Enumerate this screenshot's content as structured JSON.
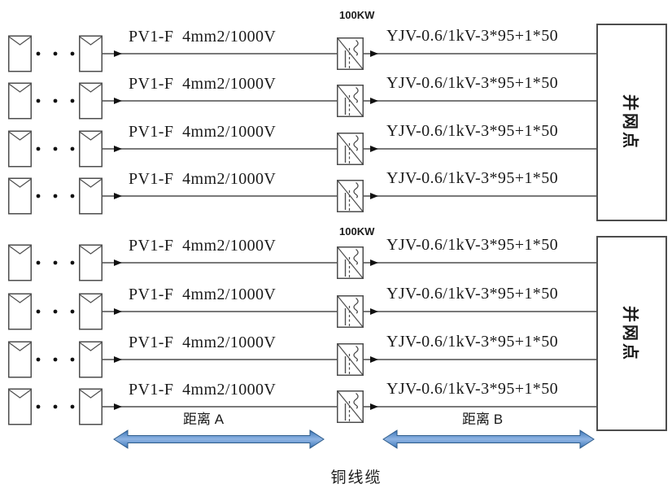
{
  "diagram": {
    "caption": "铜线缆",
    "inverters": {
      "power_top": "100KW",
      "power_bottom": "100KW"
    },
    "grid_points": {
      "top_label": "并网点",
      "bottom_label": "并网点"
    },
    "distances": {
      "a": "距离 A",
      "b": "距离 B"
    },
    "rows": [
      {
        "pv_cable": "PV1-F  4mm2/1000V",
        "ac_cable": "YJV-0.6/1kV-3*95+1*50"
      },
      {
        "pv_cable": "PV1-F  4mm2/1000V",
        "ac_cable": "YJV-0.6/1kV-3*95+1*50"
      },
      {
        "pv_cable": "PV1-F  4mm2/1000V",
        "ac_cable": "YJV-0.6/1kV-3*95+1*50"
      },
      {
        "pv_cable": "PV1-F  4mm2/1000V",
        "ac_cable": "YJV-0.6/1kV-3*95+1*50"
      },
      {
        "pv_cable": "PV1-F  4mm2/1000V",
        "ac_cable": "YJV-0.6/1kV-3*95+1*50"
      },
      {
        "pv_cable": "PV1-F  4mm2/1000V",
        "ac_cable": "YJV-0.6/1kV-3*95+1*50"
      },
      {
        "pv_cable": "PV1-F  4mm2/1000V",
        "ac_cable": "YJV-0.6/1kV-3*95+1*50"
      },
      {
        "pv_cable": "PV1-F  4mm2/1000V",
        "ac_cable": "YJV-0.6/1kV-3*95+1*50"
      }
    ],
    "colors": {
      "line": "#4d4d4d",
      "ink": "#1a1a1a",
      "arrow_blue": "#4f81bd",
      "arrow_blue_dark": "#2e5c8a",
      "arrow_blue_light": "#8fb4e3"
    }
  }
}
